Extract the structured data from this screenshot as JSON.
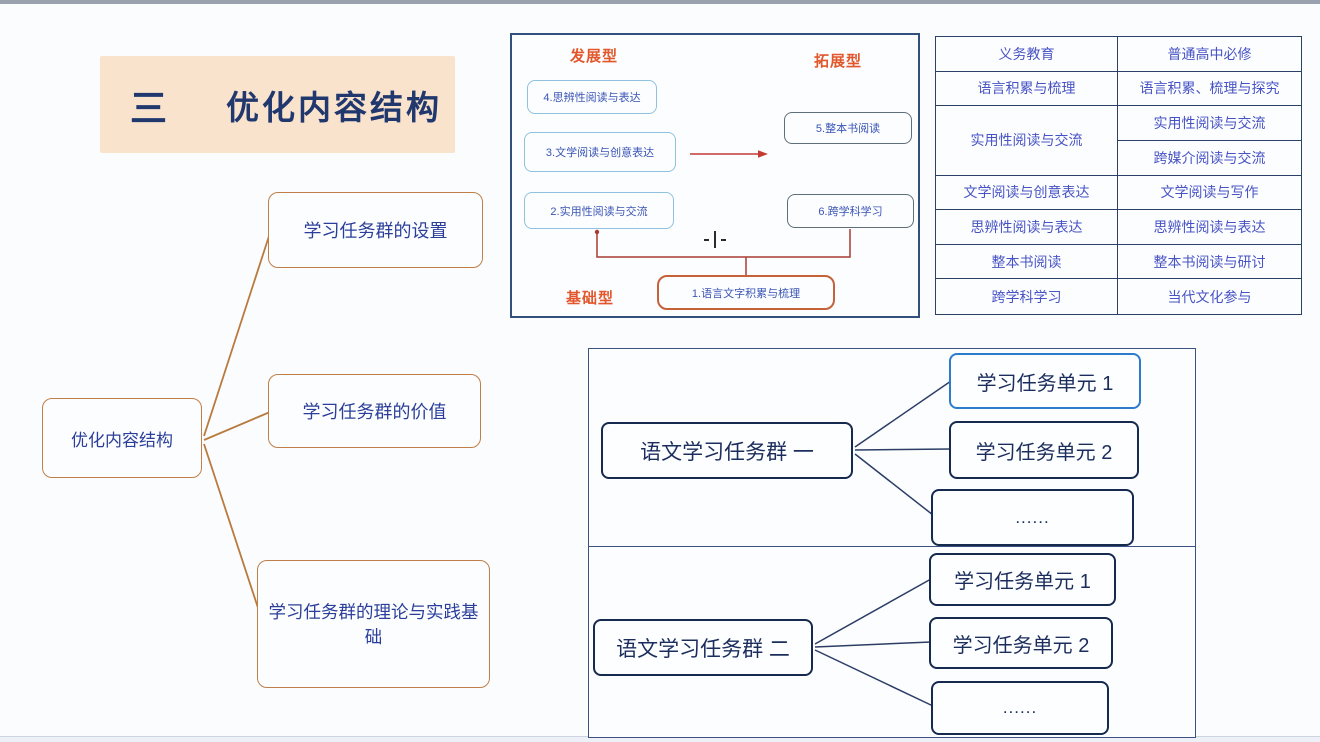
{
  "title": {
    "number": "三",
    "text": "优化内容结构"
  },
  "mindmap": {
    "root": "优化内容结构",
    "branches": [
      "学习任务群的设置",
      "学习任务群的价值",
      "学习任务群的理论与实践基础"
    ]
  },
  "flow": {
    "label_develop": "发展型",
    "label_extend": "拓展型",
    "label_base": "基础型",
    "develop_boxes": [
      "4.思辨性阅读与表达",
      "3.文学阅读与创意表达",
      "2.实用性阅读与交流"
    ],
    "extend_boxes": [
      "5.整本书阅读",
      "6.跨学科学习"
    ],
    "base_box": "1.语言文字积累与梳理"
  },
  "table": {
    "headers": [
      "义务教育",
      "普通高中必修"
    ],
    "rows": [
      {
        "left": "语言积累与梳理",
        "right": [
          "语言积累、梳理与探究"
        ]
      },
      {
        "left": "实用性阅读与交流",
        "right": [
          "实用性阅读与交流",
          "跨媒介阅读与交流"
        ]
      },
      {
        "left": "文学阅读与创意表达",
        "right": [
          "文学阅读与写作"
        ]
      },
      {
        "left": "思辨性阅读与表达",
        "right": [
          "思辨性阅读与表达"
        ]
      },
      {
        "left": "整本书阅读",
        "right": [
          "整本书阅读与研讨"
        ]
      },
      {
        "left": "跨学科学习",
        "right": [
          "当代文化参与"
        ]
      }
    ]
  },
  "groups": [
    {
      "name": "语文学习任务群 一",
      "units": [
        "学习任务单元 1",
        "学习任务单元 2",
        "......"
      ]
    },
    {
      "name": "语文学习任务群 二",
      "units": [
        "学习任务单元 1",
        "学习任务单元 2",
        "......"
      ]
    }
  ],
  "colors": {
    "title_bg": "#f9e3cc",
    "title_text": "#20386e",
    "mindmap_border_orange": "#c07f48",
    "node_text_blue": "#2b3f9a",
    "flow_label_orange": "#e2572c",
    "flow_box_blue_border": "#8ec2de",
    "flow_box_gray_border": "#5f6f79",
    "flow_box_orange_border": "#c5623a",
    "arrow_red": "#c23b35",
    "connector_red": "#a83b32",
    "table_text_blue": "#4753c4",
    "table_border_navy": "#2c4168",
    "unit_box_navy": "#16294f",
    "unit_box_highlight_blue": "#2d7ccc"
  }
}
